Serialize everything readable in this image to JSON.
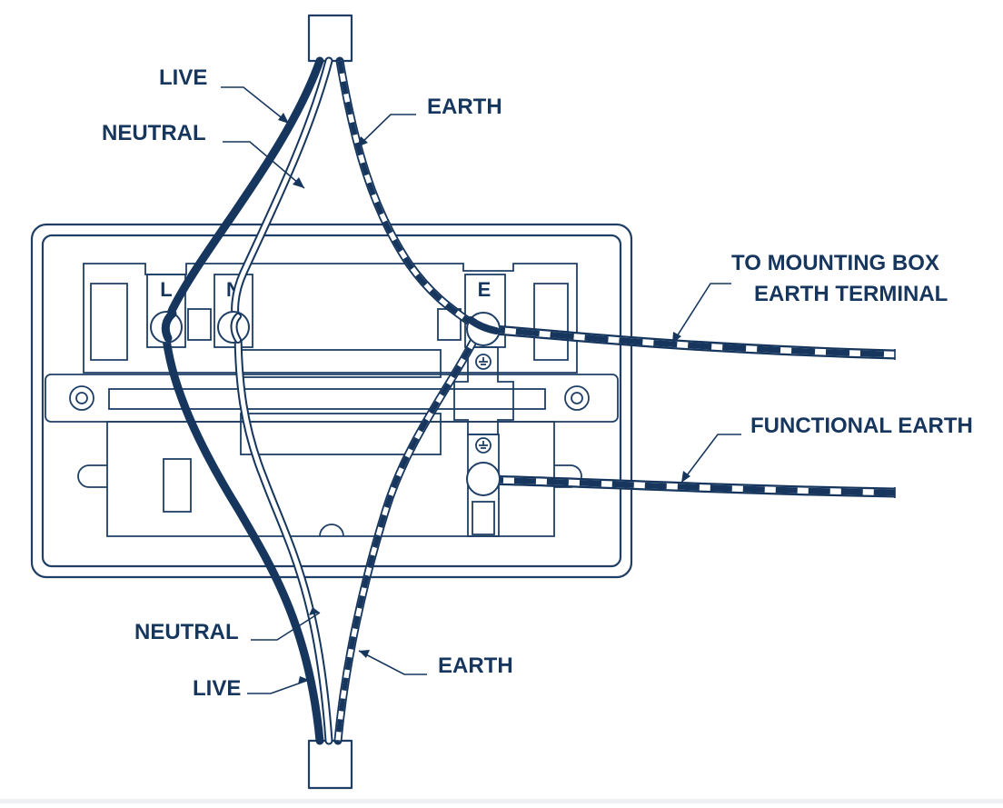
{
  "colors": {
    "ink": "#16365e",
    "outline": "#1f3f66",
    "paper": "#ffffff"
  },
  "terminals": {
    "live": "L",
    "neutral": "N",
    "earth": "E"
  },
  "labels": {
    "top_live": "LIVE",
    "top_neutral": "NEUTRAL",
    "top_earth": "EARTH",
    "mounting_box_line1": "TO MOUNTING BOX",
    "mounting_box_line2": "EARTH TERMINAL",
    "functional_earth": "FUNCTIONAL EARTH",
    "bottom_neutral": "NEUTRAL",
    "bottom_live": "LIVE",
    "bottom_earth": "EARTH"
  }
}
